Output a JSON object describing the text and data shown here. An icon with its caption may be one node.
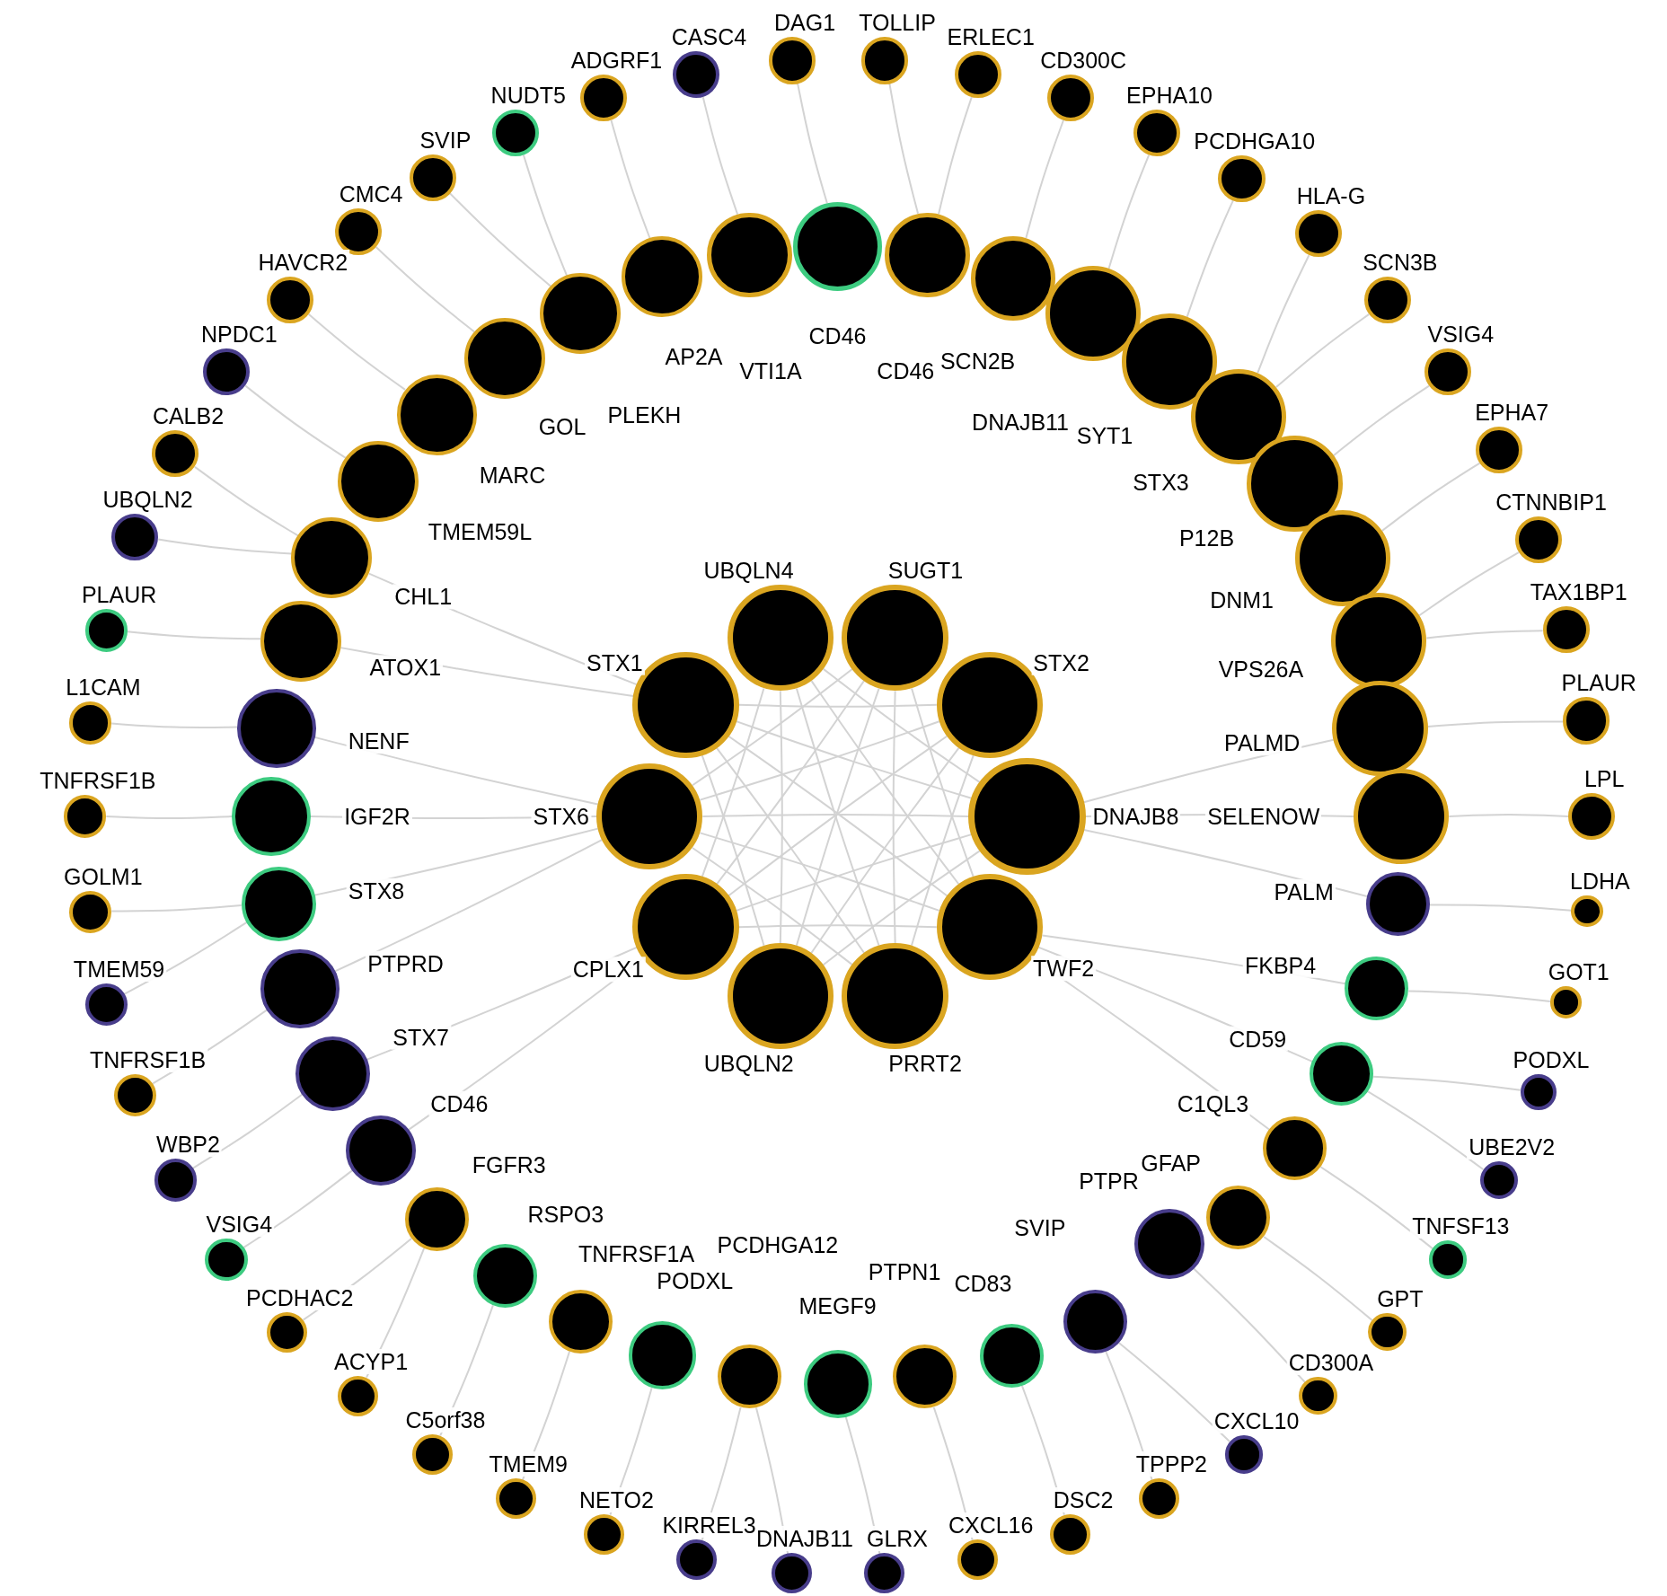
{
  "diagram": {
    "nodes": [
      {
        "text": [
          "UBQLN4"
        ]
      },
      {
        "text": [
          "SUGT1"
        ]
      },
      {
        "text": [
          "STX2"
        ]
      },
      {
        "text": [
          "DNAJB8"
        ]
      },
      {
        "text": [
          "TWF2"
        ]
      },
      {
        "text": [
          "PRRT2"
        ]
      },
      {
        "text": [
          "UBQLN2"
        ]
      },
      {
        "text": [
          "CPLX1"
        ]
      },
      {
        "text": [
          "STX6"
        ]
      },
      {
        "text": [
          "STX1"
        ]
      },
      {
        "text": [
          "CD46"
        ]
      },
      {
        "text": [
          "CD46"
        ]
      },
      {
        "text": [
          "SCN2B"
        ]
      },
      {
        "text": [
          "DNAJB11"
        ]
      },
      {
        "text": [
          "SYT1"
        ]
      },
      {
        "text": [
          "STX3"
        ]
      },
      {
        "text": [
          "P12B"
        ]
      },
      {
        "text": [
          "DNM1"
        ]
      },
      {
        "text": [
          "VPS26A"
        ]
      },
      {
        "text": [
          "PALMD"
        ]
      },
      {
        "text": [
          "SELENOW"
        ]
      },
      {
        "text": [
          "PALM"
        ]
      },
      {
        "text": [
          "FKBP4"
        ]
      },
      {
        "text": [
          "CD59"
        ]
      },
      {
        "text": [
          "C1QL3"
        ]
      },
      {
        "text": [
          "GFAP"
        ]
      },
      {
        "text": [
          "PTPR"
        ]
      },
      {
        "text": [
          "SVIP"
        ]
      },
      {
        "text": [
          "CD83"
        ]
      },
      {
        "text": [
          "PTPN1"
        ]
      },
      {
        "text": [
          "MEGF9"
        ]
      },
      {
        "text": [
          "PCDHGA12"
        ]
      },
      {
        "text": [
          "PODXL"
        ]
      },
      {
        "text": [
          "TNFRSF1A"
        ]
      },
      {
        "text": [
          "RSPO3"
        ]
      },
      {
        "text": [
          "FGFR3"
        ]
      },
      {
        "text": [
          "CD46"
        ]
      },
      {
        "text": [
          "STX7"
        ]
      },
      {
        "text": [
          "PTPRD"
        ]
      },
      {
        "text": [
          "STX8"
        ]
      },
      {
        "text": [
          "IGF2R"
        ]
      },
      {
        "text": [
          "NENF"
        ]
      },
      {
        "text": [
          "ATOX1"
        ]
      },
      {
        "text": [
          "CHL1"
        ]
      },
      {
        "text": [
          "TMEM59L"
        ]
      },
      {
        "text": [
          "MARC"
        ]
      },
      {
        "text": [
          "GOL"
        ]
      },
      {
        "text": [
          "PLEKH"
        ]
      },
      {
        "text": [
          "AP2A"
        ]
      },
      {
        "text": [
          "VTI1A"
        ]
      },
      {
        "text": [
          "DAG1"
        ]
      },
      {
        "text": [
          "TOLLIP"
        ]
      },
      {
        "text": [
          "ERLEC1"
        ]
      },
      {
        "text": [
          "CD300C"
        ]
      },
      {
        "text": [
          "EPHA10"
        ]
      },
      {
        "text": [
          "PCDHGA10"
        ]
      },
      {
        "text": [
          "HLA-G"
        ]
      },
      {
        "text": [
          "SCN3B"
        ]
      },
      {
        "text": [
          "VSIG4"
        ]
      },
      {
        "text": [
          "EPHA7"
        ]
      },
      {
        "text": [
          "CTNNBIP1"
        ]
      },
      {
        "text": [
          "TAX1BP1"
        ]
      },
      {
        "text": [
          "PLAUR"
        ]
      },
      {
        "text": [
          "LPL"
        ]
      },
      {
        "text": [
          "LDHA"
        ]
      },
      {
        "text": [
          "GOT1"
        ]
      },
      {
        "text": [
          "PODXL"
        ]
      },
      {
        "text": [
          "UBE2V2"
        ]
      },
      {
        "text": [
          "TNFSF13"
        ]
      },
      {
        "text": [
          "GPT"
        ]
      },
      {
        "text": [
          "CD300A"
        ]
      },
      {
        "text": [
          "CXCL10"
        ]
      },
      {
        "text": [
          "TPPP2"
        ]
      },
      {
        "text": [
          "DSC2"
        ]
      },
      {
        "text": [
          "CXCL16"
        ]
      },
      {
        "text": [
          "GLRX"
        ]
      },
      {
        "text": [
          "DNAJB11"
        ]
      },
      {
        "text": [
          "KIRREL3"
        ]
      },
      {
        "text": [
          "NETO2"
        ]
      },
      {
        "text": [
          "TMEM9"
        ]
      },
      {
        "text": [
          "C5orf38"
        ]
      },
      {
        "text": [
          "ACYP1"
        ]
      },
      {
        "text": [
          "PCDHAC2"
        ]
      },
      {
        "text": [
          "VSIG4"
        ]
      },
      {
        "text": [
          "WBP2"
        ]
      },
      {
        "text": [
          "TNFRSF1B"
        ]
      },
      {
        "text": [
          "TMEM59"
        ]
      },
      {
        "text": [
          "GOLM1"
        ]
      },
      {
        "text": [
          "TNFRSF1B"
        ]
      },
      {
        "text": [
          "L1CAM"
        ]
      },
      {
        "text": [
          "PLAUR"
        ]
      },
      {
        "text": [
          "UBQLN2"
        ]
      },
      {
        "text": [
          "CALB2"
        ]
      },
      {
        "text": [
          "NPDC1"
        ]
      },
      {
        "text": [
          "HAVCR2"
        ]
      },
      {
        "text": [
          "CMC4"
        ]
      },
      {
        "text": [
          "SVIP"
        ]
      },
      {
        "text": [
          "NUDT5"
        ]
      },
      {
        "text": [
          "ADGRF1"
        ]
      },
      {
        "text": [
          "CASC4"
        ]
      }
    ],
    "edges": [
      {
        "from": 0,
        "to": 3,
        "arrow": "none"
      },
      {
        "from": 1,
        "to": 4,
        "arrow": "none"
      },
      {
        "from": 2,
        "to": 5,
        "arrow": "none"
      },
      {
        "from": 3,
        "to": 6,
        "arrow": "none"
      },
      {
        "from": 4,
        "to": 7,
        "arrow": "none"
      },
      {
        "from": 5,
        "to": 8,
        "arrow": "none"
      },
      {
        "from": 6,
        "to": 9,
        "arrow": "none"
      },
      {
        "from": 7,
        "to": 0,
        "arrow": "none"
      },
      {
        "from": 8,
        "to": 1,
        "arrow": "none"
      },
      {
        "from": 9,
        "to": 2,
        "arrow": "none"
      },
      {
        "from": 0,
        "to": 4,
        "arrow": "none"
      },
      {
        "from": 1,
        "to": 5,
        "arrow": "none"
      },
      {
        "from": 2,
        "to": 6,
        "arrow": "none"
      },
      {
        "from": 3,
        "to": 7,
        "arrow": "none"
      },
      {
        "from": 4,
        "to": 8,
        "arrow": "none"
      },
      {
        "from": 5,
        "to": 9,
        "arrow": "none"
      },
      {
        "from": 6,
        "to": 0,
        "arrow": "none"
      },
      {
        "from": 7,
        "to": 1,
        "arrow": "none"
      },
      {
        "from": 8,
        "to": 2,
        "arrow": "none"
      },
      {
        "from": 9,
        "to": 3,
        "arrow": "none"
      },
      {
        "from": 0,
        "to": 5,
        "arrow": "none"
      },
      {
        "from": 1,
        "to": 6,
        "arrow": "none"
      },
      {
        "from": 2,
        "to": 7,
        "arrow": "none"
      },
      {
        "from": 3,
        "to": 8,
        "arrow": "none"
      },
      {
        "from": 4,
        "to": 9,
        "arrow": "none"
      },
      {
        "from": 19,
        "to": 3,
        "arrow": "none"
      },
      {
        "from": 20,
        "to": 3,
        "arrow": "none"
      },
      {
        "from": 21,
        "to": 3,
        "arrow": "none"
      },
      {
        "from": 22,
        "to": 4,
        "arrow": "none"
      },
      {
        "from": 23,
        "to": 4,
        "arrow": "none"
      },
      {
        "from": 24,
        "to": 4,
        "arrow": "none"
      },
      {
        "from": 36,
        "to": 7,
        "arrow": "none"
      },
      {
        "from": 37,
        "to": 7,
        "arrow": "none"
      },
      {
        "from": 38,
        "to": 8,
        "arrow": "none"
      },
      {
        "from": 39,
        "to": 8,
        "arrow": "none"
      },
      {
        "from": 40,
        "to": 8,
        "arrow": "none"
      },
      {
        "from": 41,
        "to": 8,
        "arrow": "none"
      },
      {
        "from": 42,
        "to": 9,
        "arrow": "none"
      },
      {
        "from": 43,
        "to": 9,
        "arrow": "none"
      },
      {
        "from": 50,
        "to": 10,
        "arrow": "none"
      },
      {
        "from": 51,
        "to": 11,
        "arrow": "none"
      },
      {
        "from": 52,
        "to": 11,
        "arrow": "none"
      },
      {
        "from": 53,
        "to": 12,
        "arrow": "none"
      },
      {
        "from": 54,
        "to": 13,
        "arrow": "none"
      },
      {
        "from": 55,
        "to": 14,
        "arrow": "none"
      },
      {
        "from": 56,
        "to": 15,
        "arrow": "none"
      },
      {
        "from": 57,
        "to": 15,
        "arrow": "none"
      },
      {
        "from": 58,
        "to": 16,
        "arrow": "none"
      },
      {
        "from": 59,
        "to": 17,
        "arrow": "none"
      },
      {
        "from": 60,
        "to": 18,
        "arrow": "none"
      },
      {
        "from": 61,
        "to": 18,
        "arrow": "none"
      },
      {
        "from": 62,
        "to": 19,
        "arrow": "none"
      },
      {
        "from": 63,
        "to": 20,
        "arrow": "none"
      },
      {
        "from": 64,
        "to": 21,
        "arrow": "none"
      },
      {
        "from": 65,
        "to": 22,
        "arrow": "none"
      },
      {
        "from": 66,
        "to": 23,
        "arrow": "none"
      },
      {
        "from": 67,
        "to": 23,
        "arrow": "none"
      },
      {
        "from": 68,
        "to": 24,
        "arrow": "none"
      },
      {
        "from": 69,
        "to": 25,
        "arrow": "none"
      },
      {
        "from": 70,
        "to": 26,
        "arrow": "none"
      },
      {
        "from": 71,
        "to": 27,
        "arrow": "none"
      },
      {
        "from": 72,
        "to": 27,
        "arrow": "none"
      },
      {
        "from": 73,
        "to": 28,
        "arrow": "none"
      },
      {
        "from": 74,
        "to": 29,
        "arrow": "none"
      },
      {
        "from": 75,
        "to": 30,
        "arrow": "none"
      },
      {
        "from": 76,
        "to": 31,
        "arrow": "none"
      },
      {
        "from": 77,
        "to": 31,
        "arrow": "none"
      },
      {
        "from": 78,
        "to": 32,
        "arrow": "none"
      },
      {
        "from": 79,
        "to": 33,
        "arrow": "none"
      },
      {
        "from": 80,
        "to": 34,
        "arrow": "none"
      },
      {
        "from": 81,
        "to": 35,
        "arrow": "none"
      },
      {
        "from": 82,
        "to": 35,
        "arrow": "none"
      },
      {
        "from": 83,
        "to": 36,
        "arrow": "none"
      },
      {
        "from": 84,
        "to": 37,
        "arrow": "none"
      },
      {
        "from": 85,
        "to": 38,
        "arrow": "none"
      },
      {
        "from": 86,
        "to": 39,
        "arrow": "none"
      },
      {
        "from": 87,
        "to": 39,
        "arrow": "none"
      },
      {
        "from": 88,
        "to": 40,
        "arrow": "none"
      },
      {
        "from": 89,
        "to": 41,
        "arrow": "none"
      },
      {
        "from": 90,
        "to": 42,
        "arrow": "none"
      },
      {
        "from": 91,
        "to": 43,
        "arrow": "none"
      },
      {
        "from": 92,
        "to": 43,
        "arrow": "none"
      },
      {
        "from": 93,
        "to": 44,
        "arrow": "none"
      },
      {
        "from": 94,
        "to": 45,
        "arrow": "none"
      },
      {
        "from": 95,
        "to": 46,
        "arrow": "none"
      },
      {
        "from": 96,
        "to": 47,
        "arrow": "none"
      },
      {
        "from": 97,
        "to": 47,
        "arrow": "none"
      },
      {
        "from": 98,
        "to": 48,
        "arrow": "none"
      },
      {
        "from": 99,
        "to": 49,
        "arrow": "none"
      }
    ]
  }
}
